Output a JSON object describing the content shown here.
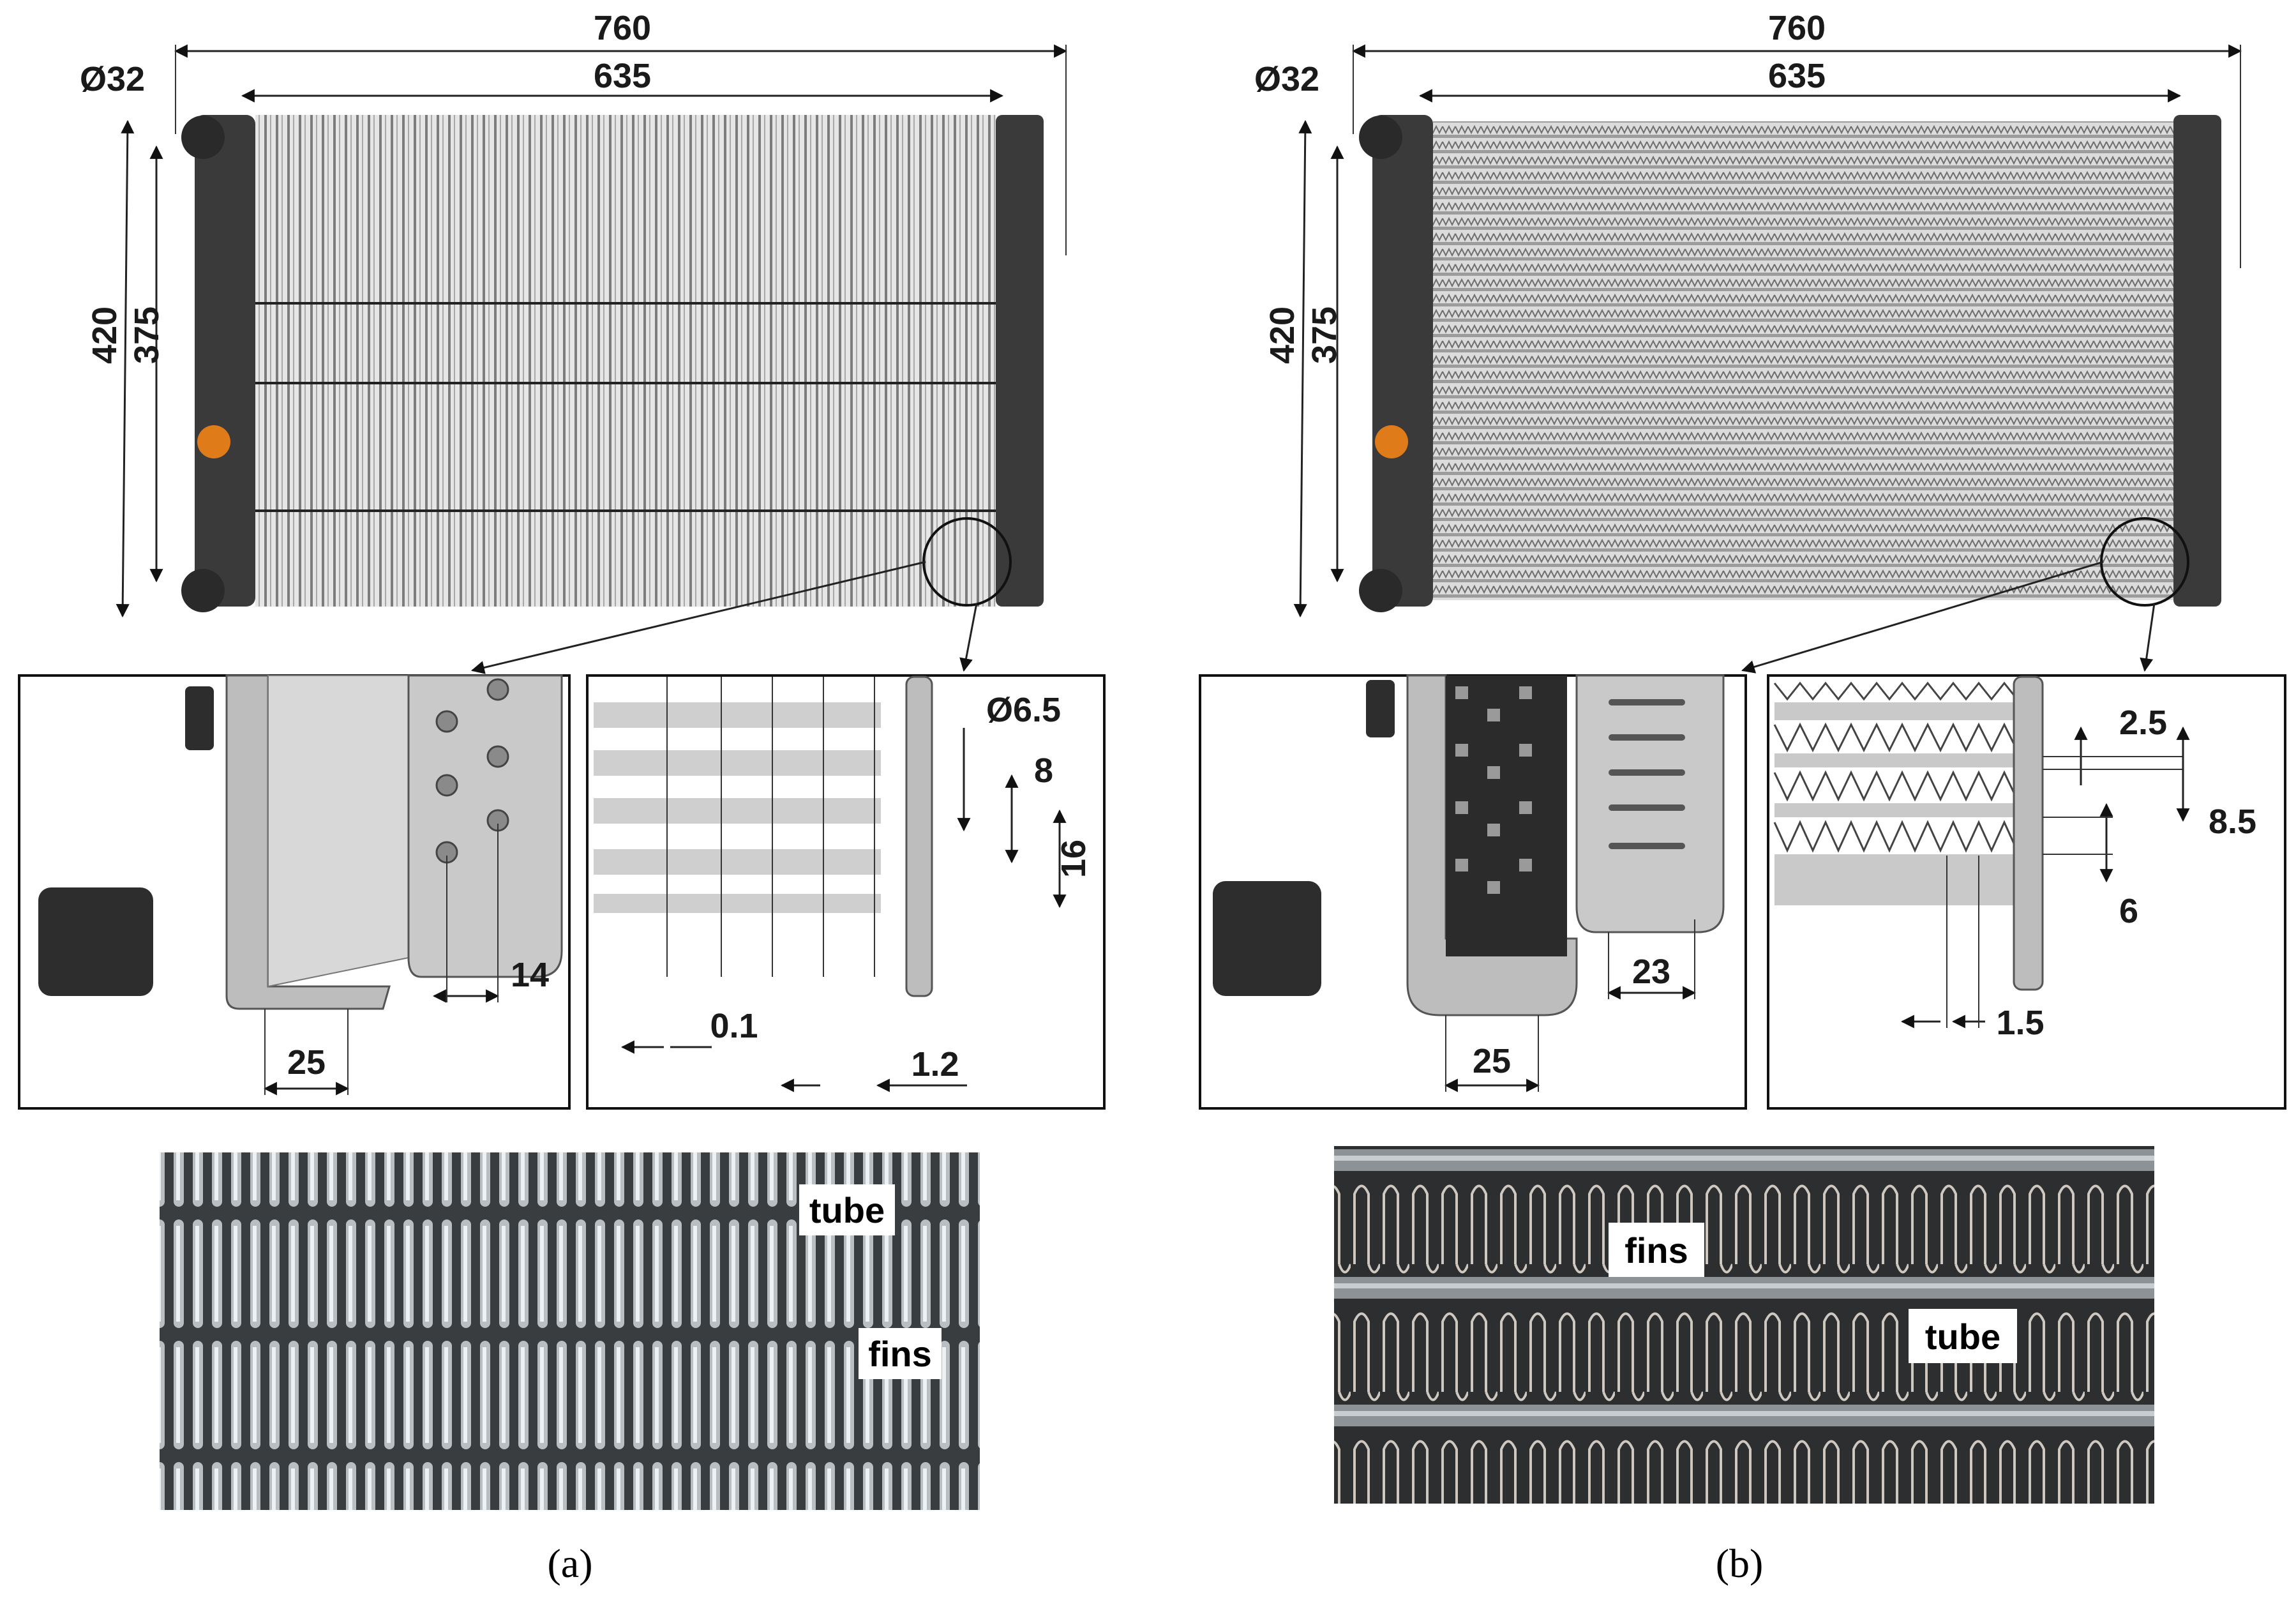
{
  "panel_a": {
    "overall_width": "760",
    "core_width": "635",
    "inlet_diameter": "Ø32",
    "overall_height": "420",
    "core_height": "375",
    "detail_left": {
      "tank_depth": "25",
      "hole_pitch": "14"
    },
    "detail_right": {
      "hole_diameter": "Ø6.5",
      "tube_gap": "8",
      "tube_pitch": "16",
      "fin_thickness": "0.1",
      "wall_thickness": "1.2"
    },
    "photo_labels": {
      "tube": "tube",
      "fins": "fins"
    },
    "caption": "(a)"
  },
  "panel_b": {
    "overall_width": "760",
    "core_width": "635",
    "inlet_diameter": "Ø32",
    "overall_height": "420",
    "core_height": "375",
    "detail_left": {
      "tank_depth": "25",
      "slot_width": "23"
    },
    "detail_right": {
      "tube_height": "2.5",
      "tube_pitch": "8.5",
      "fin_height": "6",
      "fin_pitch": "1.5"
    },
    "photo_labels": {
      "fins": "fins",
      "tube": "tube"
    },
    "caption": "(b)"
  },
  "colors": {
    "tank": "#3a3a3a",
    "core_light": "#d9d9d9",
    "core_dark": "#8a8a8a",
    "cap_orange": "#e07b1a",
    "photo_metal": "#9aa0a4",
    "photo_dark": "#2c2e30"
  }
}
